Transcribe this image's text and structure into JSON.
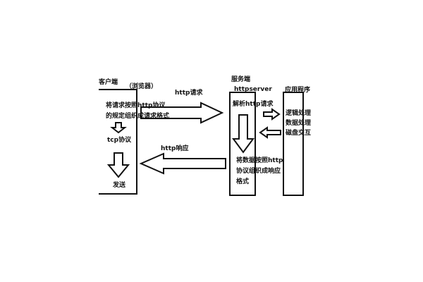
{
  "client": {
    "title": "客户端",
    "subtitle": "（浏览器）",
    "step1_line1": "将请求按照http协议",
    "step1_line2": "的规定组织成请求格式",
    "step2": "tcp协议",
    "step3": "发送"
  },
  "arrows": {
    "request_label": "http请求",
    "response_label": "http响应"
  },
  "server": {
    "title": "服务端",
    "subtitle": "httpserver",
    "step1": "解析http请求",
    "step2_line1": "将数据按照http",
    "step2_line2": "协议组织成响应",
    "step2_line3": "格式"
  },
  "app": {
    "title": "应用程序",
    "item1": "逻辑处理",
    "item2": "数据处理",
    "item3": "磁盘交互"
  }
}
